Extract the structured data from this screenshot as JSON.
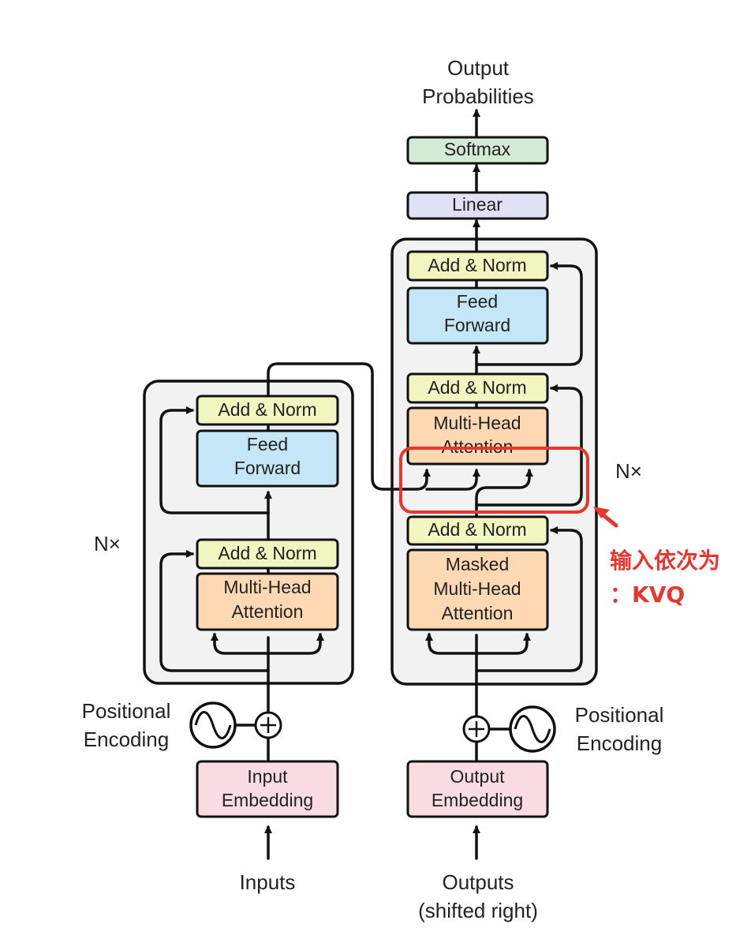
{
  "colors": {
    "add_norm": "#f1f5c0",
    "feed_forward": "#c4e6f6",
    "attention": "#fdd8b3",
    "embedding": "#f9dce1",
    "linear": "#e0e1f4",
    "softmax": "#d3ebd6",
    "stack_bg": "#f2f2f2",
    "highlight": "#e8352d"
  },
  "encoder": {
    "repeat_label": "N×",
    "add_norm_top": "Add & Norm",
    "feed_forward": [
      "Feed",
      "Forward"
    ],
    "add_norm_bottom": "Add & Norm",
    "attention": [
      "Multi-Head",
      "Attention"
    ],
    "positional_encoding": [
      "Positional",
      "Encoding"
    ],
    "embedding": [
      "Input",
      "Embedding"
    ],
    "input_label": "Inputs"
  },
  "decoder": {
    "repeat_label": "N×",
    "add_norm_top": "Add & Norm",
    "feed_forward": [
      "Feed",
      "Forward"
    ],
    "add_norm_middle": "Add & Norm",
    "cross_attention": [
      "Multi-Head",
      "Attention"
    ],
    "add_norm_bottom": "Add & Norm",
    "masked_attention": [
      "Masked",
      "Multi-Head",
      "Attention"
    ],
    "positional_encoding": [
      "Positional",
      "Encoding"
    ],
    "embedding": [
      "Output",
      "Embedding"
    ],
    "output_label": [
      "Outputs",
      "(shifted right)"
    ]
  },
  "head": {
    "linear": "Linear",
    "softmax": "Softmax",
    "output_label": [
      "Output",
      "Probabilities"
    ]
  },
  "annotation": {
    "line1": "输入依次为",
    "line2": "：KVQ"
  }
}
